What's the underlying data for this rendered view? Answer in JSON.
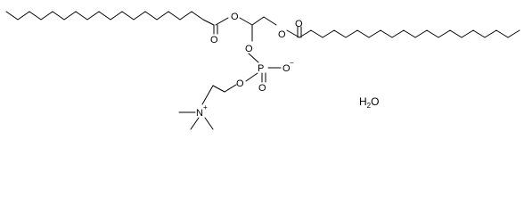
{
  "atoms": {
    "o_ester1": "O",
    "o_carbonyl1": "O",
    "o_ester2": "O",
    "o_carbonyl2": "O",
    "o_glycerol_phosphate": "O",
    "p": "P",
    "o_p_double": "O",
    "o_p_minus": "O",
    "o_p_choline": "O",
    "n": "N",
    "n_charge": "+"
  },
  "water": {
    "h": "H",
    "sub": "2",
    "o": "O"
  }
}
